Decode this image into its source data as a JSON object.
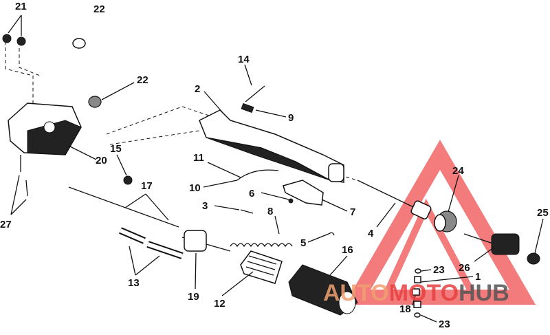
{
  "labels": [
    "21",
    "22",
    "22",
    "14",
    "2",
    "9",
    "15",
    "20",
    "11",
    "17",
    "10",
    "6",
    "3",
    "8",
    "7",
    "24",
    "25",
    "27",
    "4",
    "5",
    "16",
    "26",
    "13",
    "23",
    "1",
    "19",
    "12",
    "18",
    "23"
  ],
  "watermark": {
    "auto": "AUTO",
    "moto": "MOTO",
    "hub": "HUB",
    "colors": {
      "auto": "#f0a070",
      "moto": "#e84040",
      "hub": "#555555",
      "triangle": "#f05050"
    }
  }
}
